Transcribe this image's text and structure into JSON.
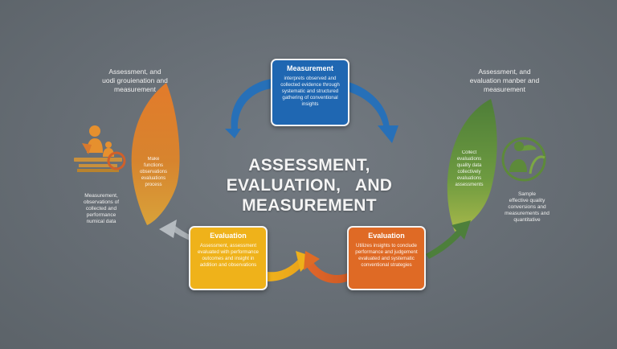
{
  "title": {
    "line1": "ASSESSMENT,",
    "line2": "EVALUATION,   AND",
    "line3": "MEASUREMENT"
  },
  "boxes": {
    "measurement": {
      "title": "Measurement",
      "body": "interprets observed and collected evidence through systematic and structured gathering of conventional insights",
      "color": "#1f67b2"
    },
    "evaluation_left": {
      "title": "Evaluation",
      "body": "Assessment, assessment evaluated with performance outcomes and insight in addition and observations",
      "color": "#efb21a"
    },
    "evaluation_right": {
      "title": "Evaluation",
      "body": "Utilizes insights to conclude performance and judgement evaluated and systematic conventional strategies",
      "color": "#df6a25"
    }
  },
  "captions": {
    "top_left": "Assessment, and\nuodi grouienation and\nmeasurement",
    "top_right": "Assessment, and\nevaluation manber and\nmeasurement",
    "bottom_left": "Measurement,\nobservations of\ncollected and\nperformance\nnumical data",
    "bottom_right": "Sample\neffective quality\nconversions and\nmeasurements and\nquantitative"
  },
  "leaf_text": {
    "left": "Make\nfunctions\nobservations\nevaluations\nprocess",
    "right": "Collect\nevaluations\nquality data\ncollectively\nevaluations\nassessments"
  },
  "colors": {
    "background": "#6b7178",
    "blue": "#1f67b2",
    "yellow": "#efb21a",
    "orange": "#df6a25",
    "green": "#5d8a3a",
    "leaf_left": "#d97a2a"
  }
}
